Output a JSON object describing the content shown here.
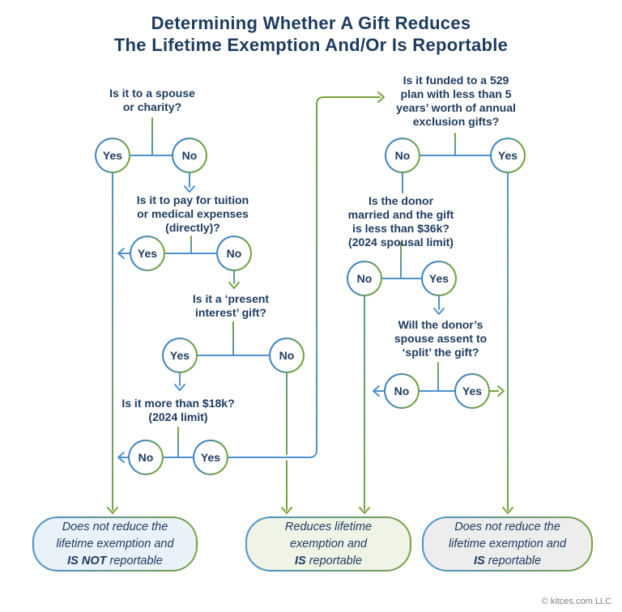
{
  "title": {
    "line1": "Determining Whether A Gift Reduces",
    "line2": "The Lifetime Exemption And/Or Is Reportable"
  },
  "colors": {
    "navy_text": "#1d3b5e",
    "line_blue": "#4d92cf",
    "line_green": "#77a33d",
    "outcome_blue_fill": "#e9f1f9",
    "outcome_green_fill": "#eff4e7",
    "outcome_gray_fill": "#ededee"
  },
  "questions": {
    "spouse_charity": {
      "lines": [
        "Is it to a spouse",
        "or charity?"
      ],
      "left": "Yes",
      "right": "No"
    },
    "tuition_medical": {
      "lines": [
        "Is it to pay for tuition",
        "or medical expenses",
        "(directly)?"
      ],
      "left": "Yes",
      "right": "No"
    },
    "present_interest": {
      "lines": [
        "Is it a ‘present",
        "interest’ gift?"
      ],
      "left": "Yes",
      "right": "No"
    },
    "over_18k": {
      "lines": [
        "Is it more than $18k?",
        "(2024 limit)"
      ],
      "left": "No",
      "right": "Yes"
    },
    "plan_529": {
      "lines": [
        "Is it funded to a 529",
        "plan with less than 5",
        "years’ worth of annual",
        "exclusion gifts?"
      ],
      "left": "No",
      "right": "Yes"
    },
    "donor_married": {
      "lines": [
        "Is the donor",
        "married and the gift",
        "is less than $36k?",
        "(2024 spousal limit)"
      ],
      "left": "No",
      "right": "Yes"
    },
    "spouse_split": {
      "lines": [
        "Will the donor’s",
        "spouse assent to",
        "‘split’ the gift?"
      ],
      "left": "No",
      "right": "Yes"
    }
  },
  "outcomes": [
    {
      "line1": "Does not reduce the",
      "line2": "lifetime exemption and",
      "bold": "IS NOT",
      "rest": " reportable"
    },
    {
      "line1": "Reduces lifetime",
      "line2": "exemption and",
      "bold": "IS",
      "rest": " reportable"
    },
    {
      "line1": "Does not reduce the",
      "line2": "lifetime exemption and",
      "bold": "IS",
      "rest": " reportable"
    }
  ],
  "footer": {
    "copyright": "© kitces.com LLC"
  }
}
